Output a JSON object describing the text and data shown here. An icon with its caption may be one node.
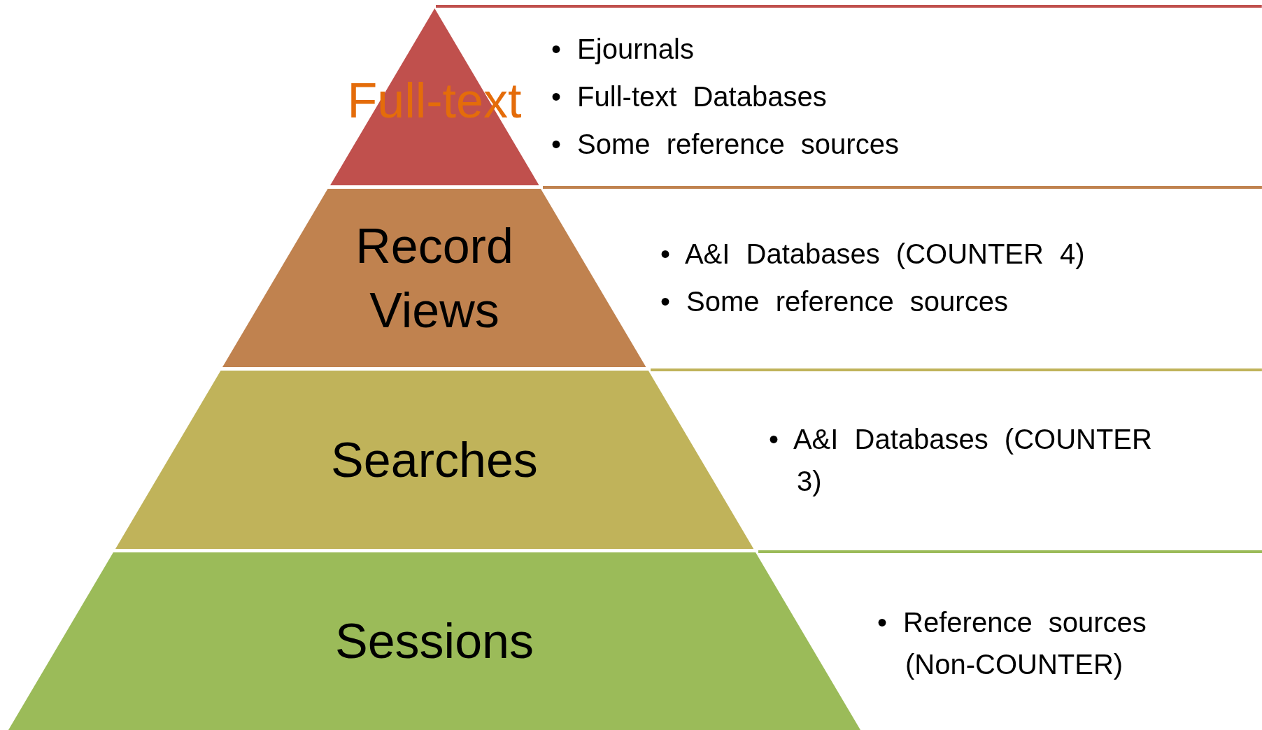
{
  "diagram": {
    "nodes": [
      {
        "text": [
          "Full-text"
        ],
        "beside": [
          "• Ejournals",
          "• Full-text Databases",
          "• Some reference sources"
        ]
      },
      {
        "text": [
          "Record Views"
        ],
        "beside": [
          "• A&I Databases (COUNTER 4)",
          "• Some reference sources"
        ]
      },
      {
        "text": [
          "Searches"
        ],
        "beside": [
          "• A&I Databases (COUNTER 3)"
        ]
      },
      {
        "text": [
          "Sessions"
        ],
        "beside": [
          "• Reference sources (Non-COUNTER)"
        ]
      }
    ]
  }
}
